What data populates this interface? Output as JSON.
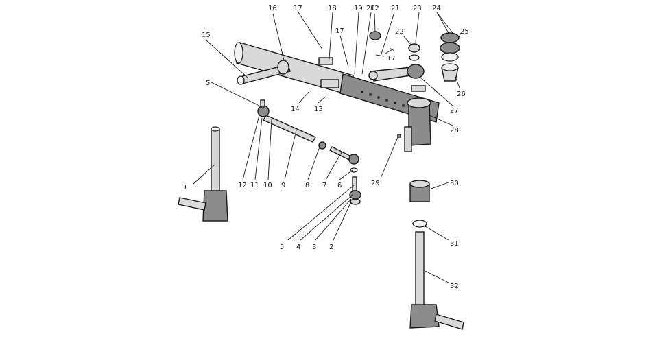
{
  "callouts": [
    "1",
    "2",
    "3",
    "4",
    "5",
    "5",
    "6",
    "7",
    "8",
    "9",
    "10",
    "11",
    "12",
    "12",
    "13",
    "14",
    "15",
    "16",
    "17",
    "17",
    "17",
    "18",
    "19",
    "20",
    "21",
    "22",
    "23",
    "24",
    "25",
    "26",
    "27",
    "28",
    "29",
    "30",
    "31",
    "32"
  ]
}
